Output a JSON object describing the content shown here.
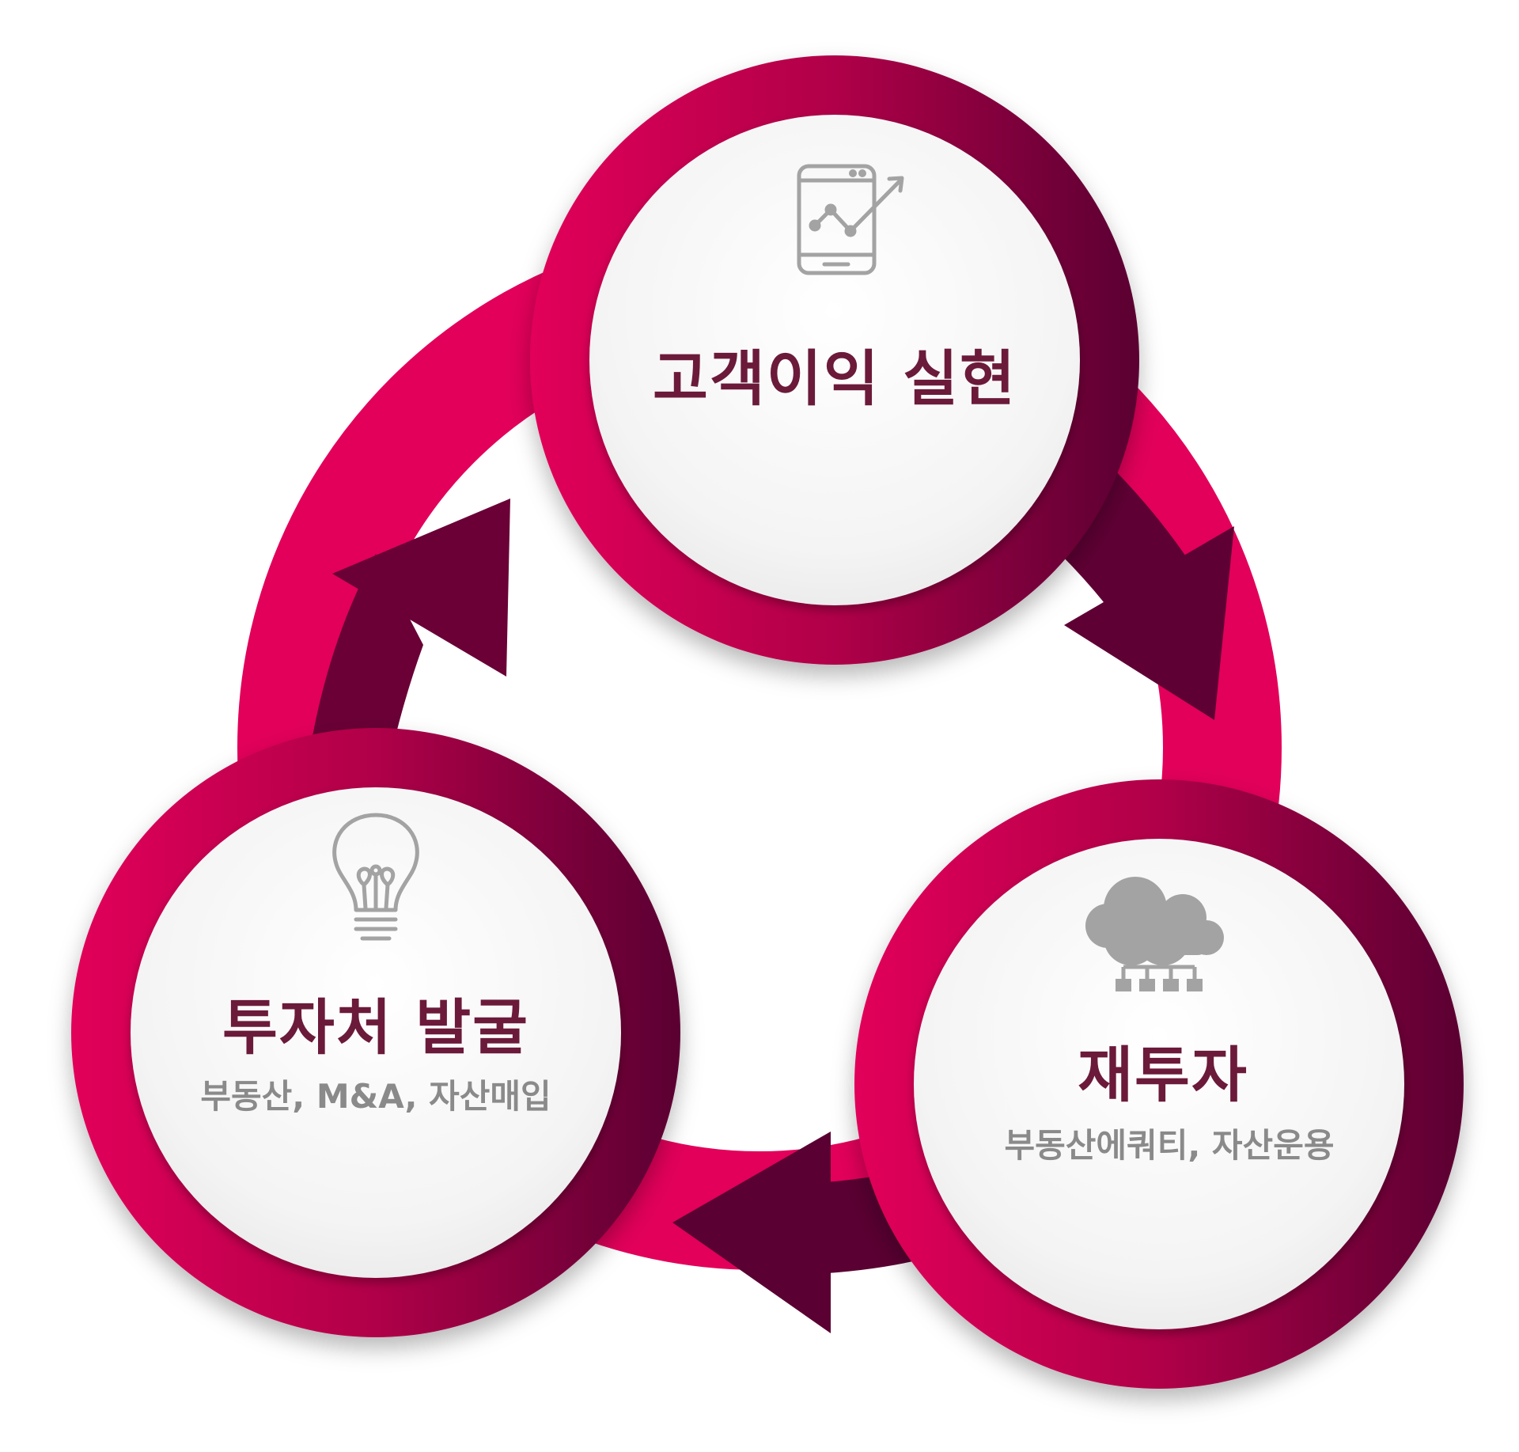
{
  "colors": {
    "ring_light": "#e2005a",
    "ring_mid": "#b00048",
    "ring_dark": "#5a0032",
    "arrow": "#6a0036",
    "title_text": "#6b1a3a",
    "subtitle_text": "#8a8a8a",
    "icon": "#a3a3a3",
    "disc_fill": "#f7f7f7"
  },
  "nodes": {
    "top": {
      "title": "고객이익 실현",
      "icon": "tablet-chart-icon"
    },
    "left": {
      "title": "투자처 발굴",
      "subtitle": "부동산, M&A, 자산매입",
      "icon": "lightbulb-icon"
    },
    "right": {
      "title": "재투자",
      "subtitle": "부동산에쿼티, 자산운용",
      "icon": "cloud-network-icon"
    }
  }
}
